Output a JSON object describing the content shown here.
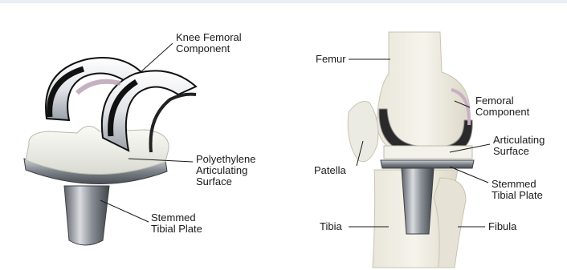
{
  "left_diagram": {
    "labels": {
      "femoral": "Knee Femoral\nComponent",
      "poly": "Polyethylene\nArticulating\nSurface",
      "tibial": "Stemmed\nTibial Plate"
    }
  },
  "right_diagram": {
    "labels": {
      "femur": "Femur",
      "femoral": "Femoral\nComponent",
      "articulating": "Articulating\nSurface",
      "patella": "Patella",
      "tibial": "Stemmed\nTibial Plate",
      "tibia": "Tibia",
      "fibula": "Fibula"
    }
  }
}
